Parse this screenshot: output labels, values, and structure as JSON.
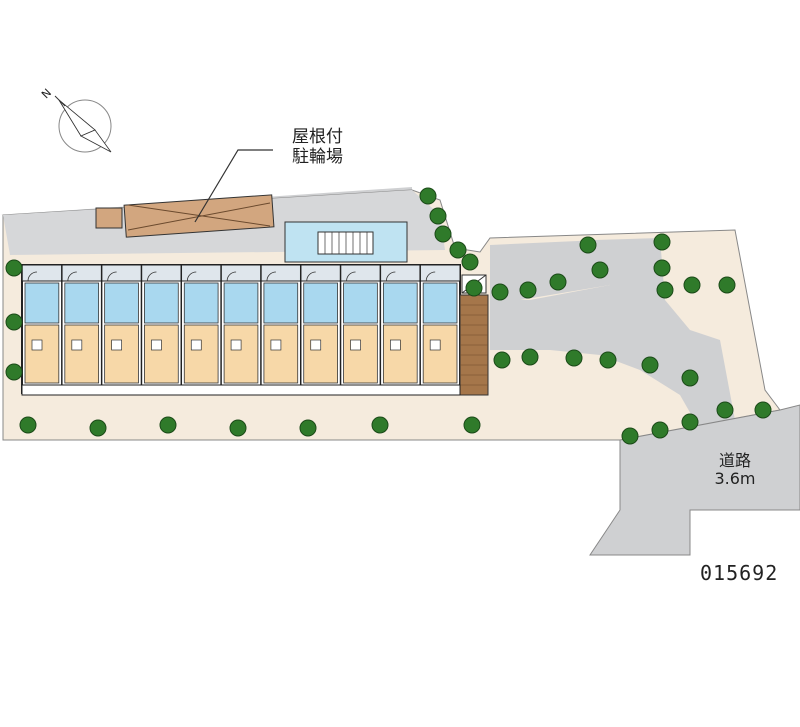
{
  "labels": {
    "bike_parking_line1": "屋根付",
    "bike_parking_line2": "駐輪場",
    "road_name": "道路",
    "road_width": "3.6m",
    "north": "N",
    "property_code": "015692"
  },
  "building": {
    "unit_count": 11
  },
  "colors": {
    "road": "#cfd0d2",
    "lot": "#f5ebdd",
    "parking_lot": "#cfd0d2",
    "unit_wet_area": "#a9d8ef",
    "unit_living": "#f7d8a8",
    "bike_shelter": "#d2a67f",
    "brick_walkway": "#a5764a",
    "tree": "#2f7a2a",
    "compass": "#7fb3d6",
    "outline": "#2a2a2a"
  }
}
